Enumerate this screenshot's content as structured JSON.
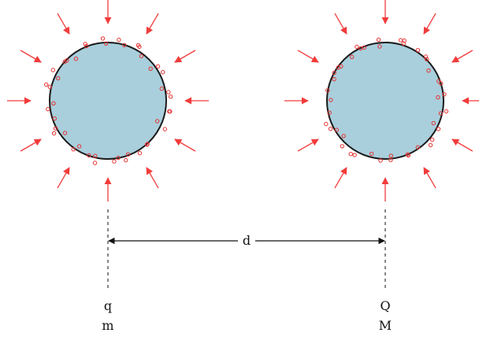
{
  "labels": {
    "distance": "d",
    "left_charge": "q",
    "left_mass": "m",
    "right_charge": "Q",
    "right_mass": "M"
  },
  "colors": {
    "sphere_fill": "#a9cfdc",
    "sphere_stroke": "#1a1a1a",
    "arrow": "#f23b3b",
    "particle": "#e53030",
    "line": "#111111"
  },
  "icons": {
    "field_arrow": "arrow-icon",
    "particle": "circle-icon"
  }
}
